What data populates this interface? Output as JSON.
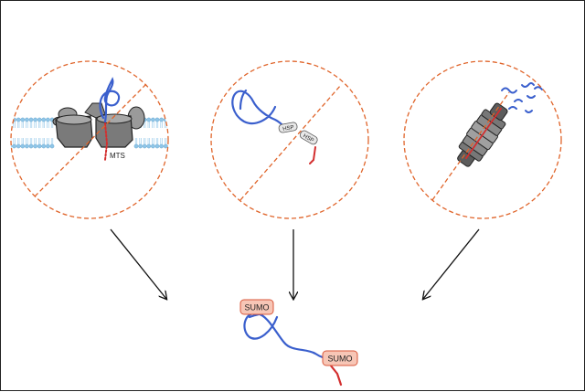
{
  "labels": {
    "mts": "MTS",
    "hsp_left": "HSP",
    "hsp_right": "HSP",
    "sumo_top": "SUMO",
    "sumo_bottom": "SUMO"
  },
  "colors": {
    "dashed_circle": "#e0652b",
    "strand": "#3a5fcd",
    "signal": "#d32f2f",
    "membrane": "#8fc6e8",
    "protein_gray": "#808080",
    "sumo_fill": "#f7c6b6",
    "sumo_border": "#d9573a",
    "hsp_fill": "#e8e8e8",
    "arrow": "#111111"
  }
}
